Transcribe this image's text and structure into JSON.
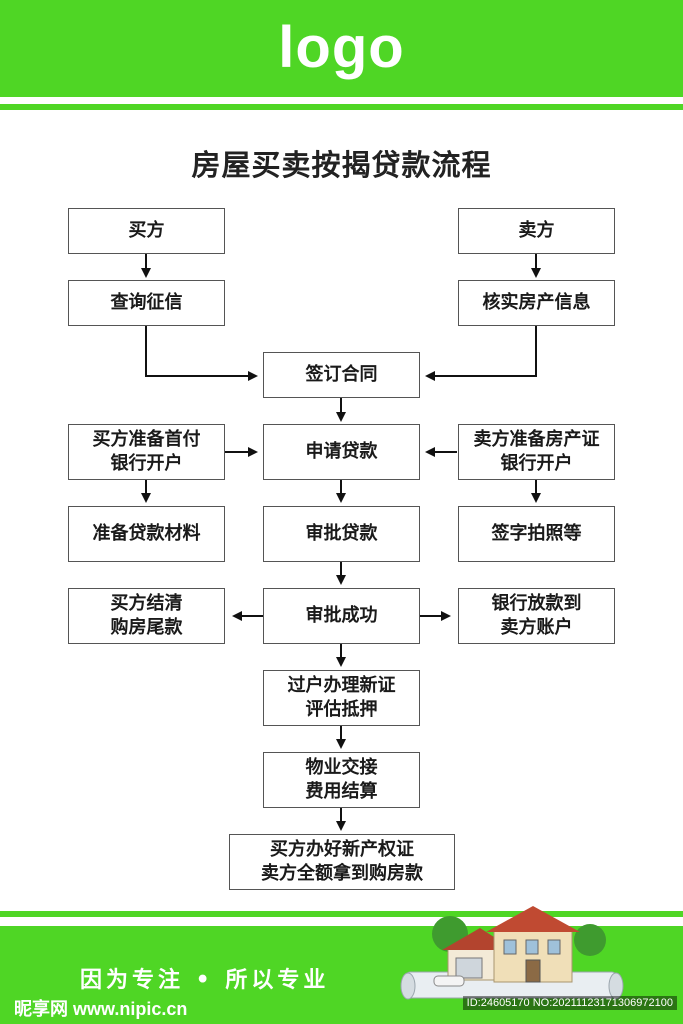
{
  "header": {
    "logo_text": "logo"
  },
  "title": "房屋买卖按揭贷款流程",
  "boxes": {
    "buyer": "买方",
    "seller": "卖方",
    "credit_check": "查询征信",
    "verify_property": "核实房产信息",
    "sign_contract": "签订合同",
    "buyer_prepare": "买方准备首付\n银行开户",
    "apply_loan": "申请贷款",
    "seller_prepare": "卖方准备房产证\n银行开户",
    "prepare_materials": "准备贷款材料",
    "review_loan": "审批贷款",
    "sign_photo": "签字拍照等",
    "buyer_settle": "买方结清\n购房尾款",
    "approval_success": "审批成功",
    "bank_release": "银行放款到\n卖方账户",
    "transfer": "过户办理新证\n评估抵押",
    "handover": "物业交接\n费用结算",
    "final": "买方办好新产权证\n卖方全额拿到购房款"
  },
  "footer": {
    "slogan": "因为专注 • 所以专业",
    "watermark": "昵享网 www.nipic.cn",
    "id_text": "ID:24605170 NO:20211123171306972100"
  },
  "colors": {
    "brand_green": "#4fd625",
    "box_border": "#555555",
    "arrow": "#111111"
  },
  "icons": {
    "house_illustration": "house-icon"
  }
}
